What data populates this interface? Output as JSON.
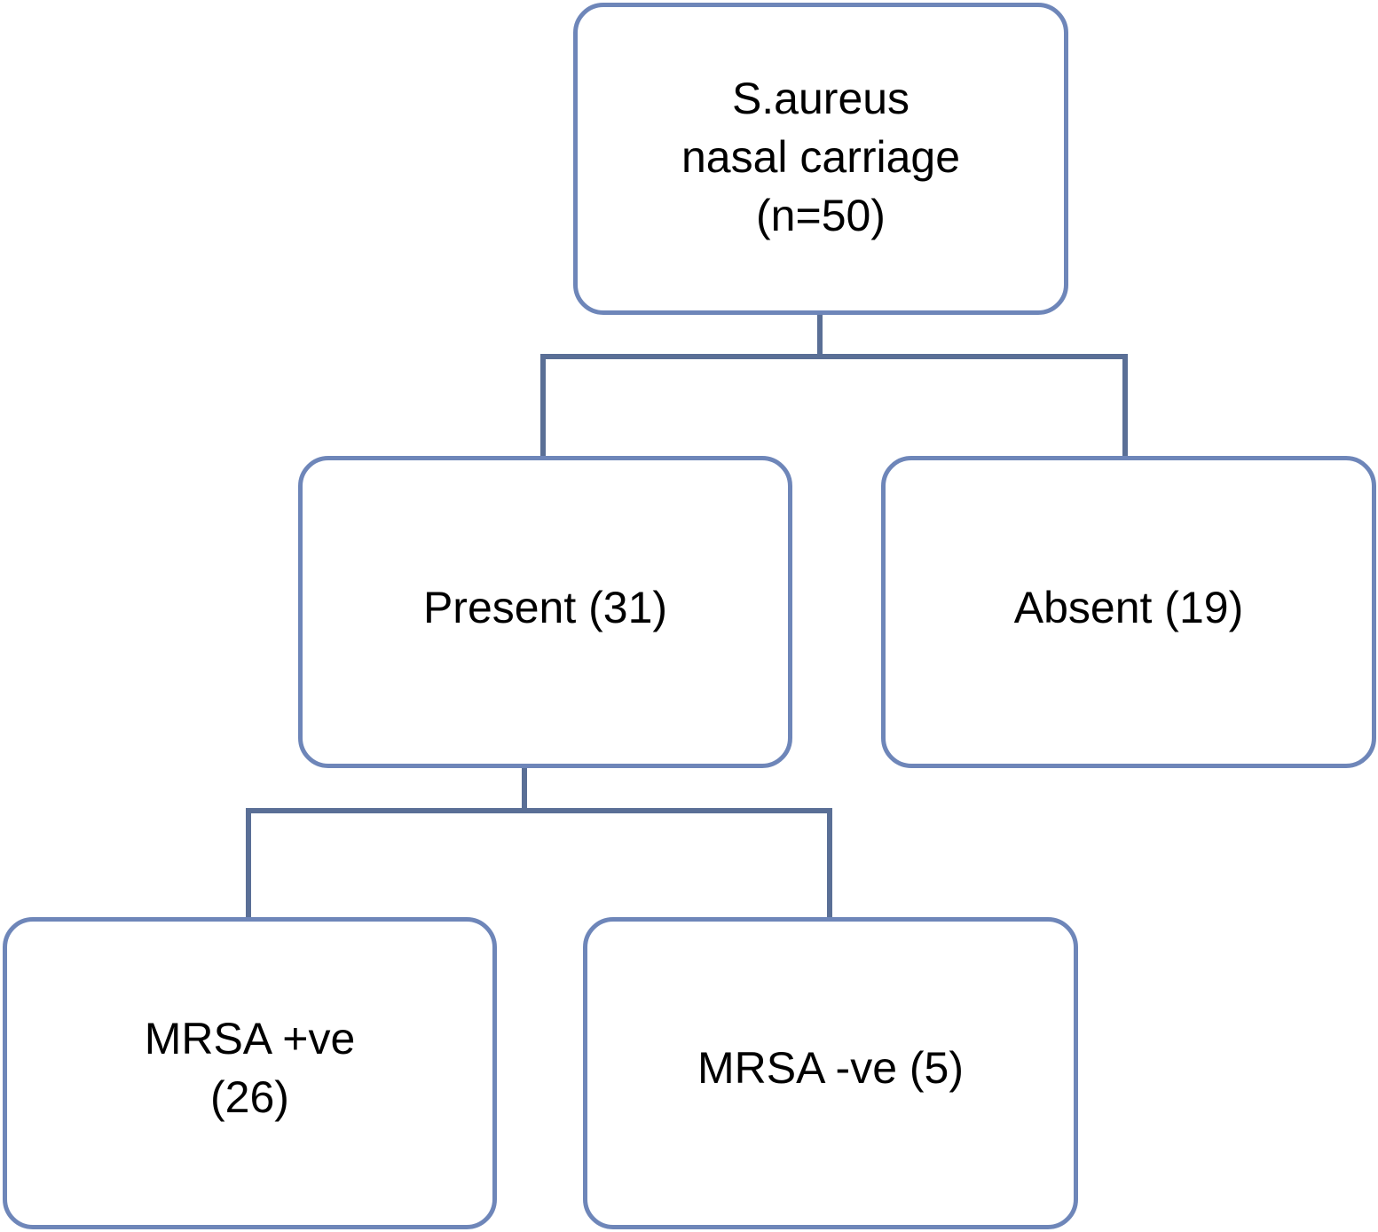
{
  "diagram": {
    "nodes": {
      "root": {
        "label": "S.aureus\nnasal carriage\n(n=50)"
      },
      "present": {
        "label": "Present (31)"
      },
      "absent": {
        "label": "Absent (19)"
      },
      "mrsa_pos": {
        "label": "MRSA +ve\n(26)"
      },
      "mrsa_neg": {
        "label": "MRSA -ve (5)"
      }
    },
    "edges": [
      {
        "from": "root",
        "to": "present"
      },
      {
        "from": "root",
        "to": "absent"
      },
      {
        "from": "present",
        "to": "mrsa_pos"
      },
      {
        "from": "present",
        "to": "mrsa_neg"
      }
    ],
    "colors": {
      "node_border": "#6e86b9",
      "connector": "#5a6f96",
      "text": "#000000",
      "background": "#ffffff"
    }
  }
}
